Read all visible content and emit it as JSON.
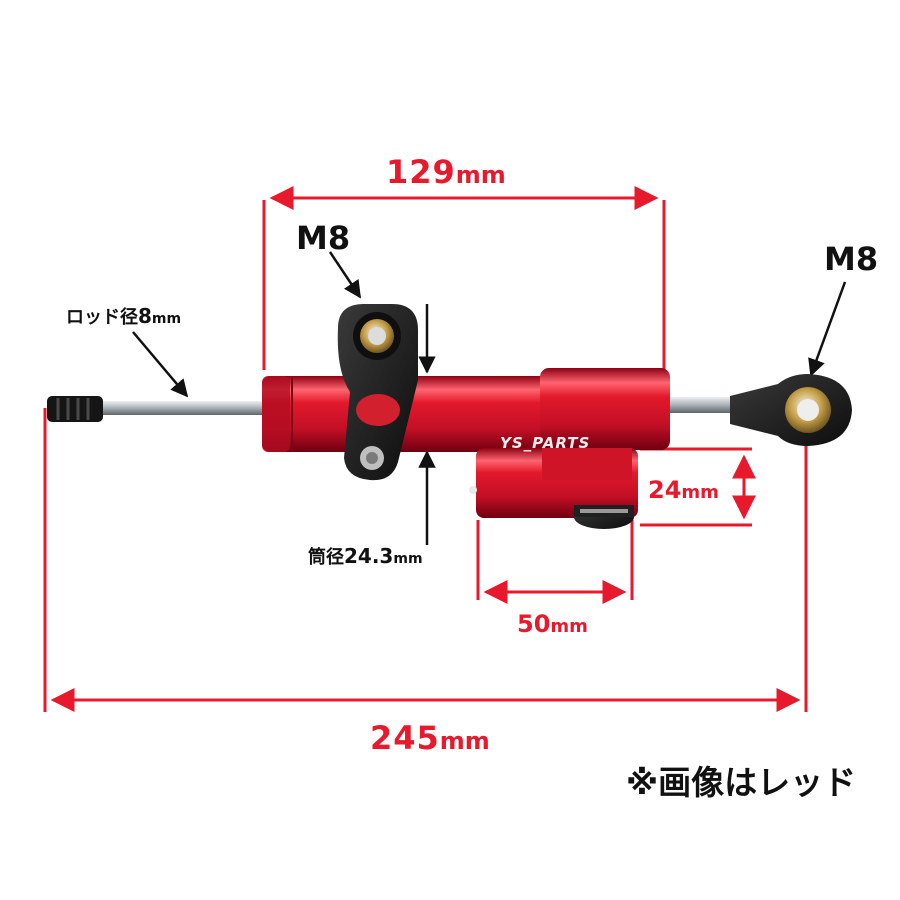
{
  "labels": {
    "top_length": {
      "value": "129",
      "unit": "mm"
    },
    "total_length": {
      "value": "245",
      "unit": "mm"
    },
    "bracket_height": {
      "value": "24",
      "unit": "mm"
    },
    "bracket_width": {
      "value": "50",
      "unit": "mm"
    },
    "mount_left": "M8",
    "mount_right": "M8",
    "rod_diameter": {
      "text": "ロッド径",
      "value": "8",
      "unit": "mm"
    },
    "tube_diameter": {
      "text": "筒径",
      "value": "24.3",
      "unit": "mm"
    },
    "disclaimer": "※画像はレッド",
    "watermark": "YS_PARTS"
  },
  "colors": {
    "dimension": "#e8192c",
    "body_red": "#c8102e",
    "body_highlight": "#ff5a63",
    "rod": "#c7ccd1",
    "black_parts": "#1b1b1b",
    "bearing": "#c9a24a",
    "text": "#111111"
  }
}
